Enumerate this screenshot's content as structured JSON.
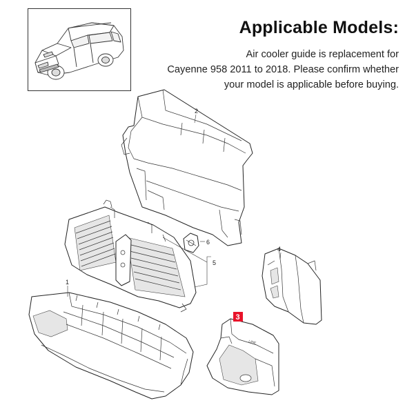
{
  "heading": {
    "title": "Applicable Models:",
    "description_lines": [
      "Air cooler guide is replacement for",
      "Cayenne 958 2011 to 2018. Please confirm whether",
      "your model is applicable before buying."
    ]
  },
  "callouts": {
    "part_1": "1",
    "part_2": "2",
    "part_3": "3",
    "part_4": "4",
    "part_5": "5",
    "part_6": "6"
  },
  "highlight": {
    "part": "part_3",
    "color": "#e8132a"
  },
  "icons": {
    "thumbnail": "suv-car-icon"
  }
}
